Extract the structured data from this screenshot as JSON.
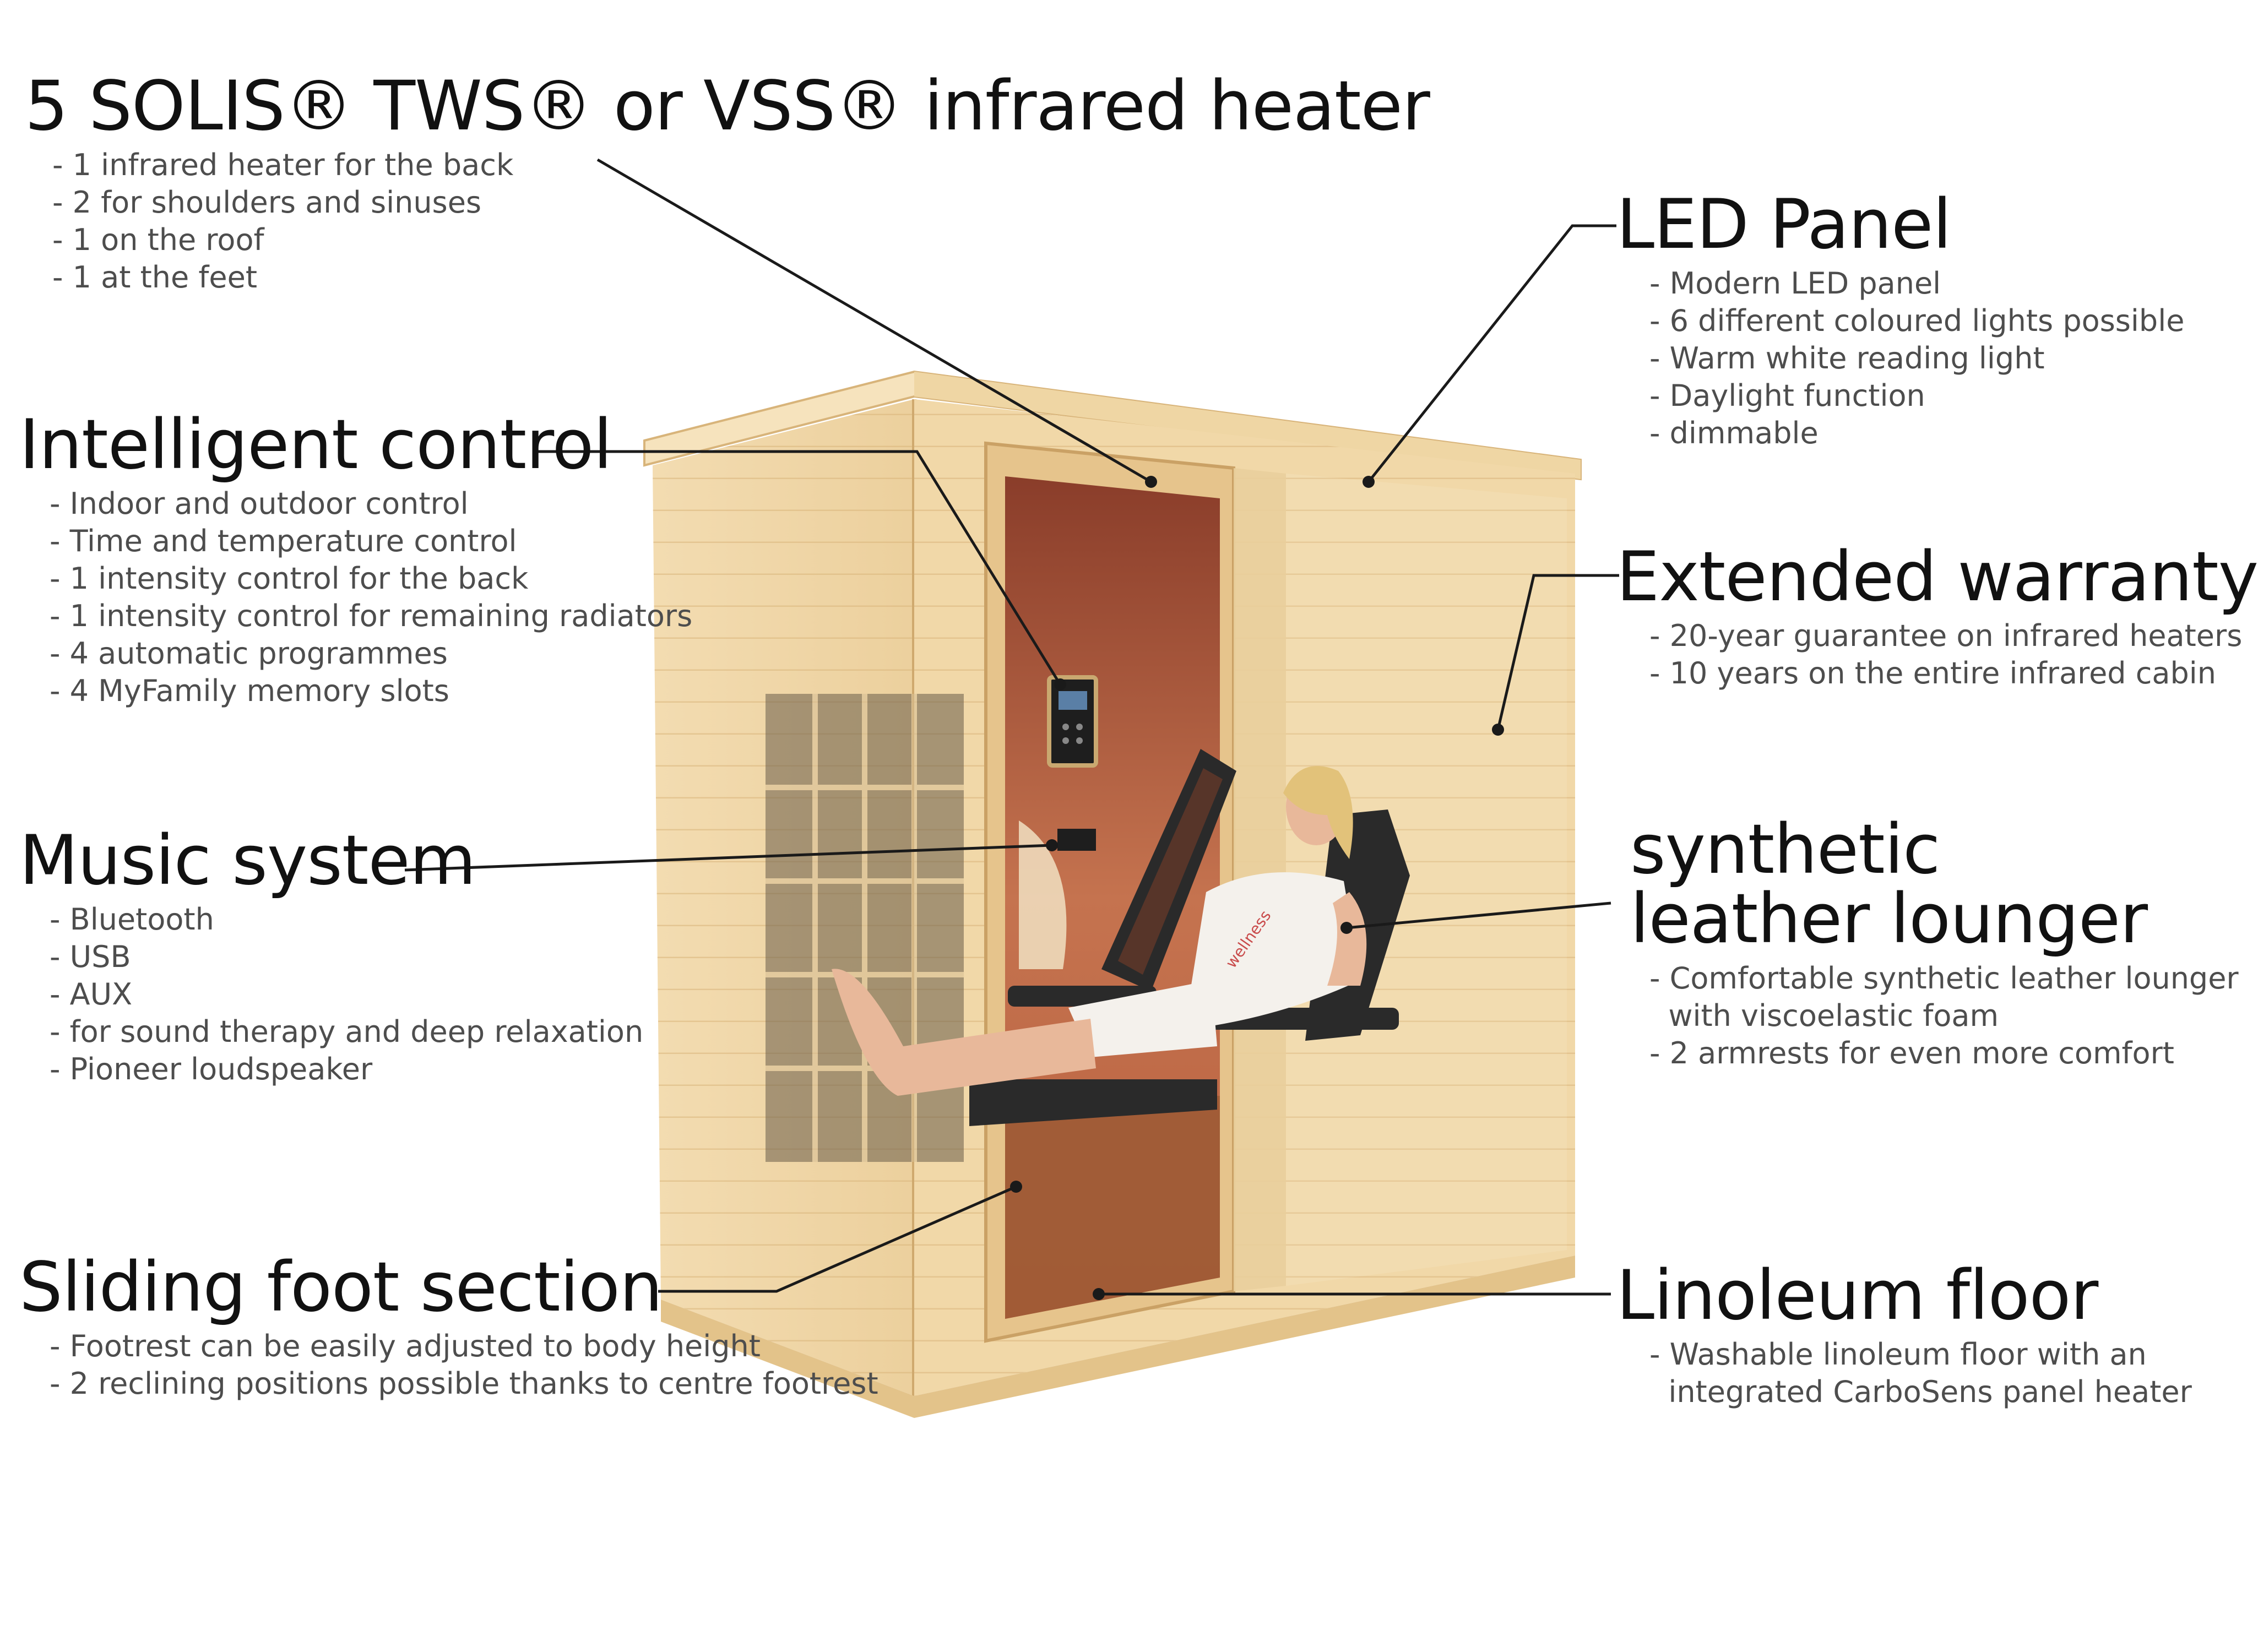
{
  "colors": {
    "background": "#ffffff",
    "heading": "#111111",
    "bullet_text": "#4d4d4d",
    "leader_line": "#1a1a1a",
    "wood": "#f1d9ad",
    "wood_dark": "#d9b980",
    "interior": "#c06a4c"
  },
  "callouts": {
    "heater": {
      "title": "5 SOLIS® TWS® or VSS® infrared heater",
      "items": [
        "- 1 infrared heater for the back",
        "- 2 for shoulders and sinuses",
        "- 1 on the roof",
        "- 1 at the feet"
      ]
    },
    "control": {
      "title": "Intelligent control",
      "items": [
        "- Indoor and outdoor control",
        "- Time and temperature control",
        "- 1 intensity control for the back",
        "- 1 intensity control for remaining radiators",
        "- 4 automatic programmes",
        "- 4 MyFamily memory slots"
      ]
    },
    "music": {
      "title": "Music system",
      "items": [
        "- Bluetooth",
        "- USB",
        "- AUX",
        "- for sound therapy and deep relaxation",
        "- Pioneer loudspeaker"
      ]
    },
    "foot": {
      "title": "Sliding foot section",
      "items": [
        "- Footrest can be easily adjusted to body height",
        "- 2 reclining positions possible thanks to centre footrest"
      ]
    },
    "led": {
      "title": "LED Panel",
      "items": [
        "- Modern LED panel",
        "- 6 different coloured lights possible",
        "- Warm white reading light",
        "- Daylight function",
        "- dimmable"
      ]
    },
    "warranty": {
      "title": "Extended warranty",
      "items": [
        "- 20-year guarantee on infrared heaters",
        "- 10 years on the entire infrared cabin"
      ]
    },
    "lounger": {
      "title_line1": "synthetic",
      "title_line2": "leather lounger",
      "items": [
        "- Comfortable synthetic leather lounger",
        "  with viscoelastic foam",
        "- 2 armrests for even more comfort"
      ]
    },
    "floor": {
      "title": "Linoleum floor",
      "items": [
        "- Washable linoleum floor with an",
        "  integrated CarboSens panel heater"
      ]
    }
  },
  "illustration": {
    "towel_text": "wellness"
  }
}
